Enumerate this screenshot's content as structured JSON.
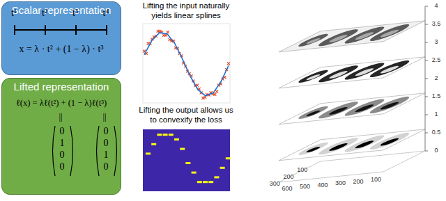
{
  "diagram": {
    "nodes": [
      {
        "text": [
          "Scalar representation",
          "x = λ · t² + (1 − λ) · t³"
        ]
      },
      {
        "text": [
          "Lifted representation",
          "ℓ(x) = λℓ(t²) + (1 − λ)ℓ(t³)"
        ]
      }
    ],
    "labels": [
      "t¹",
      "t²",
      "t³",
      "t⁴",
      "||",
      "||",
      "0",
      "1",
      "0",
      "0",
      "0",
      "0",
      "1",
      "0",
      "Lifting the input naturally yields linear splines",
      "Lifting the output allows us to convexify the loss",
      "4",
      "3.5",
      "3",
      "2.5",
      "2",
      "1.5",
      "1",
      "0.5",
      "0",
      "100",
      "200",
      "300",
      "600",
      "500",
      "400",
      "300",
      "200",
      "100"
    ]
  }
}
